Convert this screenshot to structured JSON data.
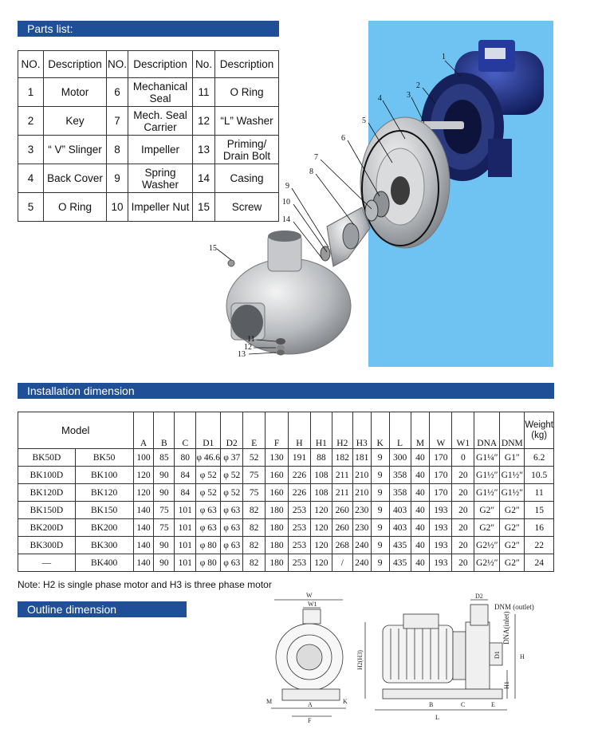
{
  "sections": {
    "parts_list": "Parts list:",
    "installation": "Installation dimension",
    "outline": "Outline dimension"
  },
  "parts_header": {
    "no": "NO.",
    "desc": "Description",
    "no3": "No."
  },
  "parts": [
    [
      {
        "n": "1",
        "d": "Motor"
      },
      {
        "n": "6",
        "d": "Mechanical Seal"
      },
      {
        "n": "11",
        "d": "O Ring"
      }
    ],
    [
      {
        "n": "2",
        "d": "Key"
      },
      {
        "n": "7",
        "d": "Mech. Seal Carrier"
      },
      {
        "n": "12",
        "d": "“L” Washer"
      }
    ],
    [
      {
        "n": "3",
        "d": "“ V” Slinger"
      },
      {
        "n": "8",
        "d": "Impeller"
      },
      {
        "n": "13",
        "d": "Priming/ Drain Bolt"
      }
    ],
    [
      {
        "n": "4",
        "d": "Back Cover"
      },
      {
        "n": "9",
        "d": "Spring Washer"
      },
      {
        "n": "14",
        "d": "Casing"
      }
    ],
    [
      {
        "n": "5",
        "d": "O Ring"
      },
      {
        "n": "10",
        "d": "Impeller Nut"
      },
      {
        "n": "15",
        "d": "Screw"
      }
    ]
  ],
  "callouts": [
    "1",
    "2",
    "3",
    "4",
    "5",
    "6",
    "7",
    "8",
    "9",
    "10",
    "14",
    "15",
    "11",
    "12",
    "13"
  ],
  "install_header": {
    "model": "Model",
    "cols": [
      "A",
      "B",
      "C",
      "D1",
      "D2",
      "E",
      "F",
      "H",
      "H1",
      "H2",
      "H3",
      "K",
      "L",
      "M",
      "W",
      "W1",
      "DNA",
      "DNM"
    ],
    "weight": "Weight",
    "weight_unit": "(kg)"
  },
  "install_rows": [
    [
      "BK50D",
      "BK50",
      "100",
      "85",
      "80",
      "φ 46.6",
      "φ 37",
      "52",
      "130",
      "191",
      "88",
      "182",
      "181",
      "9",
      "300",
      "40",
      "170",
      "0",
      "G1¼″",
      "G1″",
      "6.2"
    ],
    [
      "BK100D",
      "BK100",
      "120",
      "90",
      "84",
      "φ 52",
      "φ 52",
      "75",
      "160",
      "226",
      "108",
      "211",
      "210",
      "9",
      "358",
      "40",
      "170",
      "20",
      "G1½″",
      "G1½″",
      "10.5"
    ],
    [
      "BK120D",
      "BK120",
      "120",
      "90",
      "84",
      "φ 52",
      "φ 52",
      "75",
      "160",
      "226",
      "108",
      "211",
      "210",
      "9",
      "358",
      "40",
      "170",
      "20",
      "G1½″",
      "G1½″",
      "11"
    ],
    [
      "BK150D",
      "BK150",
      "140",
      "75",
      "101",
      "φ 63",
      "φ 63",
      "82",
      "180",
      "253",
      "120",
      "260",
      "230",
      "9",
      "403",
      "40",
      "193",
      "20",
      "G2″",
      "G2″",
      "15"
    ],
    [
      "BK200D",
      "BK200",
      "140",
      "75",
      "101",
      "φ 63",
      "φ 63",
      "82",
      "180",
      "253",
      "120",
      "260",
      "230",
      "9",
      "403",
      "40",
      "193",
      "20",
      "G2″",
      "G2″",
      "16"
    ],
    [
      "BK300D",
      "BK300",
      "140",
      "90",
      "101",
      "φ 80",
      "φ 63",
      "82",
      "180",
      "253",
      "120",
      "268",
      "240",
      "9",
      "435",
      "40",
      "193",
      "20",
      "G2½″",
      "G2″",
      "22"
    ],
    [
      "—",
      "BK400",
      "140",
      "90",
      "101",
      "φ 80",
      "φ 63",
      "82",
      "180",
      "253",
      "120",
      "/",
      "240",
      "9",
      "435",
      "40",
      "193",
      "20",
      "G2½″",
      "G2″",
      "24"
    ]
  ],
  "note": "Note: H2 is single phase motor and H3 is three phase motor",
  "outline_labels": {
    "w": "W",
    "w1": "W1",
    "m": "M",
    "a": "A",
    "k": "K",
    "f": "F",
    "d2": "D2",
    "dnm": "DNM (outlet)",
    "dna": "DNA(inlet)",
    "d1": "D1",
    "h2h3": "H2(H3)",
    "h": "H",
    "h1": "H1",
    "b": "B",
    "c": "C",
    "e": "E",
    "l": "L"
  },
  "colors": {
    "bar": "#1f4f96",
    "photo_bg": "#6ec3f2",
    "motor": "#1d2f8a"
  }
}
